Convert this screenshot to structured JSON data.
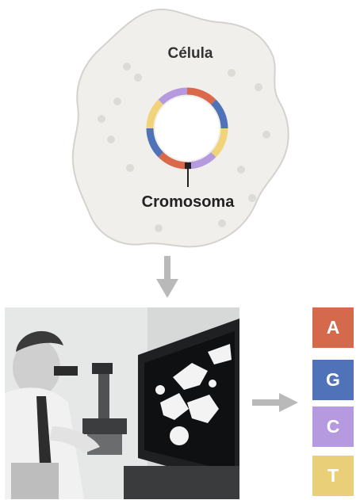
{
  "cell": {
    "label": "Célula",
    "chromosome_label": "Cromosoma",
    "fill_color": "#f0efec",
    "edge_color": "#d4d2ce",
    "dot_color": "#dddbd6"
  },
  "chromosome_segments": [
    "#d9694a",
    "#4f72b8",
    "#f1d37a",
    "#b69ae0",
    "#d9694a",
    "#4f72b8",
    "#f1d37a",
    "#b69ae0"
  ],
  "arrows": {
    "color": "#b9b9b9"
  },
  "photo": {
    "description_icon": "scientist-at-microscope-photo"
  },
  "bases": [
    {
      "letter": "A",
      "color": "#d4694b"
    },
    {
      "letter": "G",
      "color": "#4f72b8"
    },
    {
      "letter": "C",
      "color": "#b69ae0"
    },
    {
      "letter": "T",
      "color": "#e9cf78"
    }
  ]
}
